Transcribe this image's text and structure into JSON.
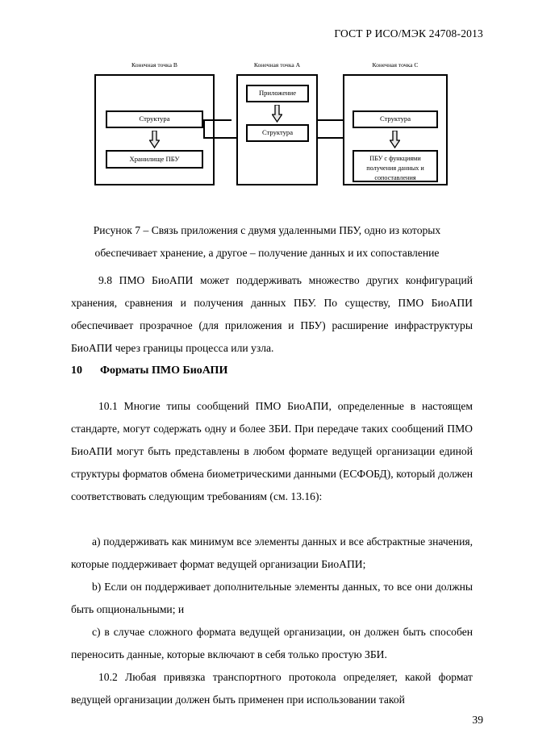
{
  "header": {
    "standard_ref": "ГОСТ Р ИСО/МЭК 24708-2013"
  },
  "figure": {
    "endpoints": [
      {
        "label": "Конечная точка B",
        "boxes": [
          "Структура",
          "Хранилище ПБУ"
        ]
      },
      {
        "label": "Конечная точка A",
        "boxes": [
          "Приложение",
          "Структура"
        ]
      },
      {
        "label": "Конечная точка C",
        "boxes": [
          "Структура",
          "ПБУ с функциями получения данных и сопоставления"
        ]
      }
    ],
    "caption_line1": "Рисунок 7 – Связь приложения с двумя удаленными ПБУ, одно из которых",
    "caption_line2": "обеспечивает хранение, а другое – получение данных и их сопоставление"
  },
  "body": {
    "para_9_8": "9.8 ПМО БиоАПИ может поддерживать множество других конфигураций хранения, сравнения и получения данных ПБУ. По существу, ПМО БиоАПИ обеспечивает прозрачное (для приложения и ПБУ) расширение инфраструктуры БиоАПИ через границы процесса или узла.",
    "heading_10_number": "10",
    "heading_10_title": "Форматы ПМО БиоАПИ",
    "para_10_1": "10.1 Многие типы сообщений ПМО БиоАПИ, определенные в настоящем стандарте, могут содержать одну и более ЗБИ. При передаче таких сообщений ПМО БиоАПИ могут быть представлены в любом формате ведущей организации единой структуры форматов обмена биометрическими данными (ЕСФОБД), который должен соответствовать следующим требованиям (см. 13.16):",
    "list_item_a": "a) поддерживать как минимум все элементы данных и все абстрактные значения, которые поддерживает формат ведущей организации БиоАПИ;",
    "list_item_b": "b) Если он поддерживает дополнительные элементы данных, то все они должны быть опциональными; и",
    "list_item_c": "c) в случае сложного формата ведущей организации, он должен быть способен переносить данные, которые включают в себя только простую ЗБИ.",
    "para_10_2": "10.2 Любая привязка транспортного протокола определяет, какой формат ведущей организации должен быть применен при использовании такой"
  },
  "footer": {
    "page_number": "39"
  }
}
